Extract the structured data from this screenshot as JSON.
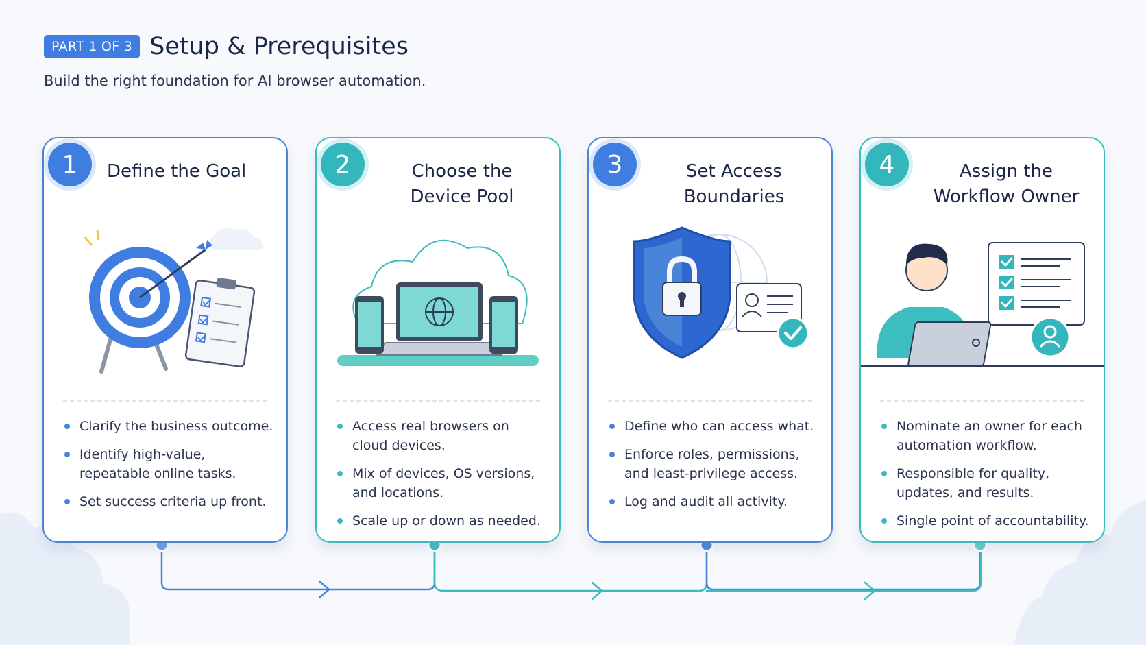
{
  "header": {
    "badge": "PART 1 OF 3",
    "title": "Setup & Prerequisites",
    "subtitle": "Build the right foundation for AI browser automation."
  },
  "colors": {
    "blue": "#3f7de0",
    "teal": "#33b7bd",
    "navy": "#1b2746"
  },
  "cards": [
    {
      "number": "1",
      "title_line1": "Define the Goal",
      "title_line2": "",
      "icon": "target-icon",
      "bullets": [
        "Clarify the business outcome.",
        "Identify high-value, repeatable online tasks.",
        "Set success criteria up front."
      ]
    },
    {
      "number": "2",
      "title_line1": "Choose the",
      "title_line2": "Device Pool",
      "icon": "devices-icon",
      "bullets": [
        "Access real browsers on cloud devices.",
        "Mix of devices, OS versions, and locations.",
        "Scale up or down as needed."
      ]
    },
    {
      "number": "3",
      "title_line1": "Set Access",
      "title_line2": "Boundaries",
      "icon": "shield-lock-icon",
      "bullets": [
        "Define who can access what.",
        "Enforce roles, permissions, and least-privilege access.",
        "Log and audit all activity."
      ]
    },
    {
      "number": "4",
      "title_line1": "Assign the",
      "title_line2": "Workflow Owner",
      "icon": "owner-icon",
      "bullets": [
        "Nominate an owner for each automation workflow.",
        "Responsible for quality, updates, and results.",
        "Single point of accountability."
      ]
    }
  ]
}
